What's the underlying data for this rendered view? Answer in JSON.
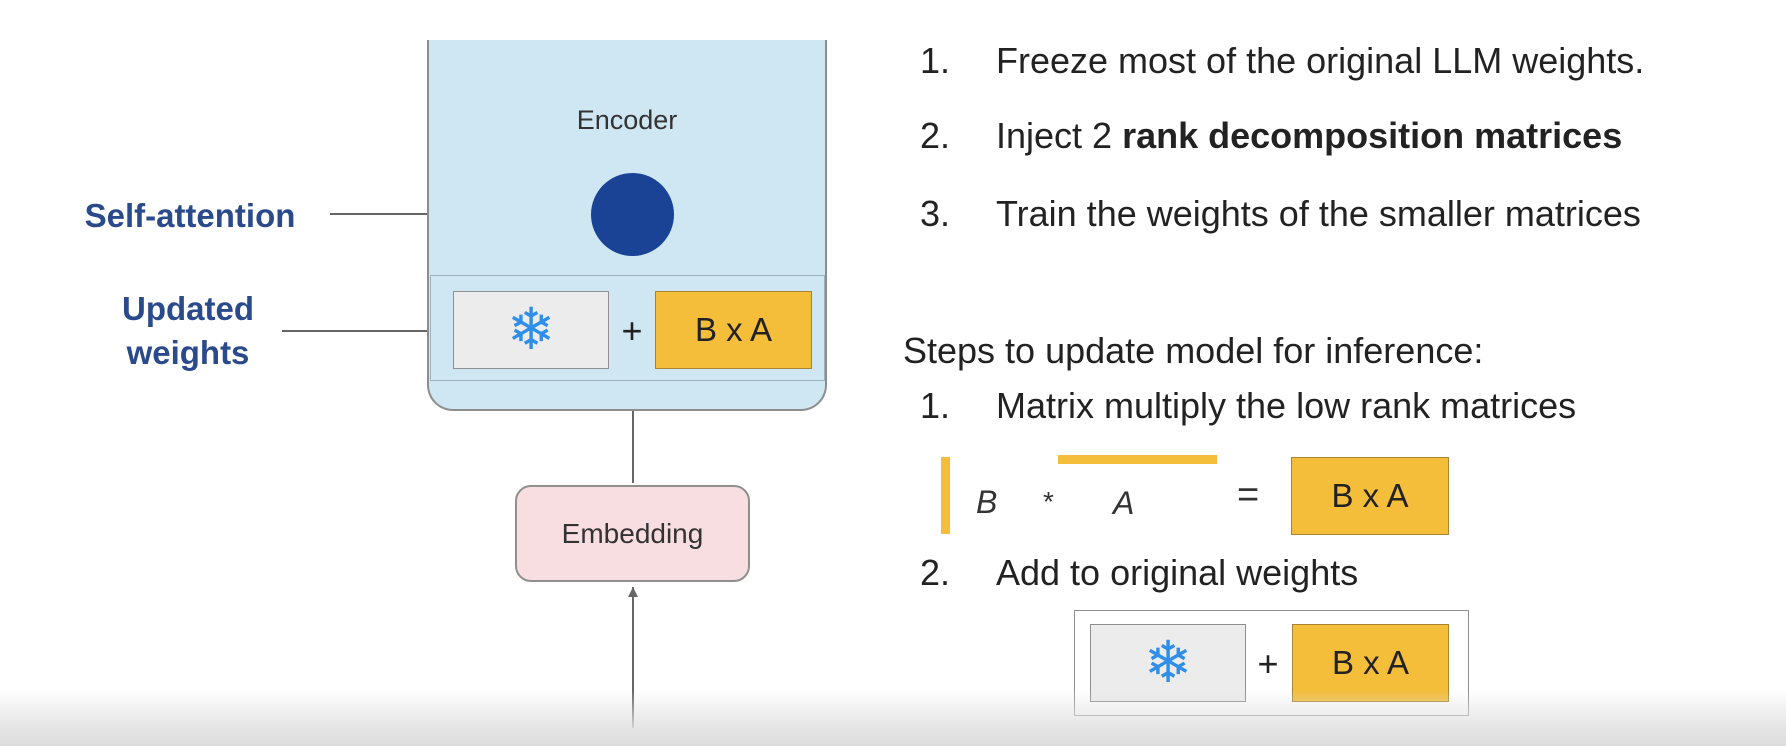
{
  "diagram": {
    "encoder_label": "Encoder",
    "self_attention_label": "Self-attention",
    "updated_weights_label_line1": "Updated",
    "updated_weights_label_line2": "weights",
    "plus": "+",
    "bxa_label": "B x A",
    "embedding_label": "Embedding",
    "frozen_icon": "snowflake-icon"
  },
  "steps": {
    "items": [
      {
        "num": "1.",
        "text": "Freeze most of the original LLM weights."
      },
      {
        "num": "2.",
        "pre": "Inject 2 ",
        "bold": "rank decomposition matrices"
      },
      {
        "num": "3.",
        "text": "Train the weights of the smaller matrices"
      }
    ]
  },
  "inference": {
    "heading": "Steps to update model for inference:",
    "items": [
      {
        "num": "1.",
        "text": "Matrix multiply the low rank matrices"
      },
      {
        "num": "2.",
        "text": "Add to original weights"
      }
    ],
    "equation": {
      "b": "B",
      "times": "*",
      "a": "A",
      "equals": "=",
      "result": "B x A"
    },
    "sum": {
      "plus": "+",
      "result": "B x A"
    }
  },
  "colors": {
    "encoder_fill": "#cfe6f3",
    "attention_dot": "#1a4396",
    "bxa_fill": "#f4bd3a",
    "embedding_fill": "#f8dde1",
    "label_blue": "#2a4a8c",
    "snowflake": "#2f8ee8"
  }
}
